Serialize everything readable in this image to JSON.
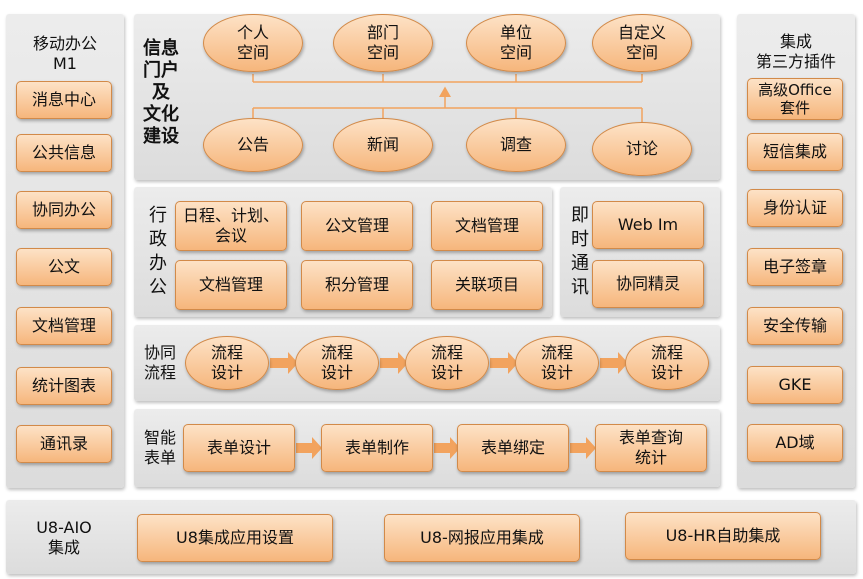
{
  "left": {
    "title": "移动办公\nM1",
    "items": [
      "消息中心",
      "公共信息",
      "协同办公",
      "公文",
      "文档管理",
      "统计图表",
      "通讯录"
    ]
  },
  "portal": {
    "title": "信息\n门户\n及\n文化\n建设",
    "top": [
      "个人\n空间",
      "部门\n空间",
      "单位\n空间",
      "自定义\n空间"
    ],
    "bottom": [
      "公告",
      "新闻",
      "调查",
      "讨论"
    ]
  },
  "admin": {
    "title": "行\n政\n办\n公",
    "items": [
      "日程、计划、\n会议",
      "公文管理",
      "文档管理",
      "文档管理",
      "积分管理",
      "关联项目"
    ]
  },
  "im": {
    "title": "即\n时\n通\n讯",
    "items": [
      "Web Im",
      "协同精灵"
    ]
  },
  "flow": {
    "title": "协同\n流程",
    "items": [
      "流程\n设计",
      "流程\n设计",
      "流程\n设计",
      "流程\n设计",
      "流程\n设计"
    ]
  },
  "form": {
    "title": "智能\n表单",
    "items": [
      "表单设计",
      "表单制作",
      "表单绑定",
      "表单查询\n统计"
    ]
  },
  "right": {
    "title": "集成\n第三方插件",
    "items": [
      "高级Office\n套件",
      "短信集成",
      "身份认证",
      "电子签章",
      "安全传输",
      "GKE",
      "AD域"
    ]
  },
  "bottom": {
    "title": "U8-AIO\n集成",
    "items": [
      "U8集成应用设置",
      "U8-网报应用集成",
      "U8-HR自助集成"
    ]
  },
  "colors": {
    "box_fill": "#f6b67c",
    "box_border": "#d28a49",
    "arrow": "#f2a35e",
    "panel": "#e3e3e3"
  }
}
